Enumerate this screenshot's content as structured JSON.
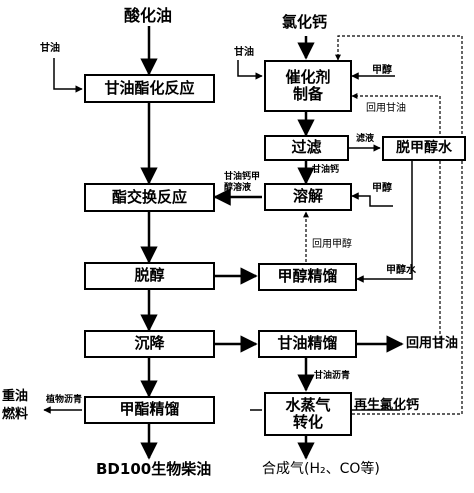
{
  "title_top_left": "酸化油",
  "title_top_right": "氯化钙",
  "boxes": {
    "esterification": "甘油酯化反应",
    "catalyst_prep": "催化剂\n制备",
    "filtration": "过滤",
    "demethanol_water": "脱甲醇水",
    "transesterification": "酯交换反应",
    "dissolution": "溶解",
    "dealcohol": "脱醇",
    "methanol_rectification": "甲醇精馏",
    "settling": "沉降",
    "glycerol_rectification": "甘油精馏",
    "ester_rectification": "甲酯精馏",
    "steam_conversion": "水蒸气\n转化"
  },
  "labels": {
    "glycerol_in_left": "甘油",
    "glycerol_in_right": "甘油",
    "methanol_1": "甲醇",
    "recycled_glycerol_1": "回用甘油",
    "filtrate": "滤液",
    "glycerol_calcium": "甘油钙",
    "calcium_glycerol_methanol_liquid": "甘油钙甲\n醇溶液",
    "methanol_2": "甲醇",
    "recycled_methanol": "回用甲醇",
    "methanol_water": "甲醇水",
    "recycled_glycerol_2": "回用甘油",
    "glycerol_pitch": "甘油沥青",
    "plant_pitch": "植物沥青",
    "heavy_oil_fuel": "重油\n燃料",
    "regenerated_cacl2": "再生氯化钙",
    "product_biodiesel": "BD100生物柴油",
    "product_syngas": "合成气(H₂、CO等)"
  }
}
